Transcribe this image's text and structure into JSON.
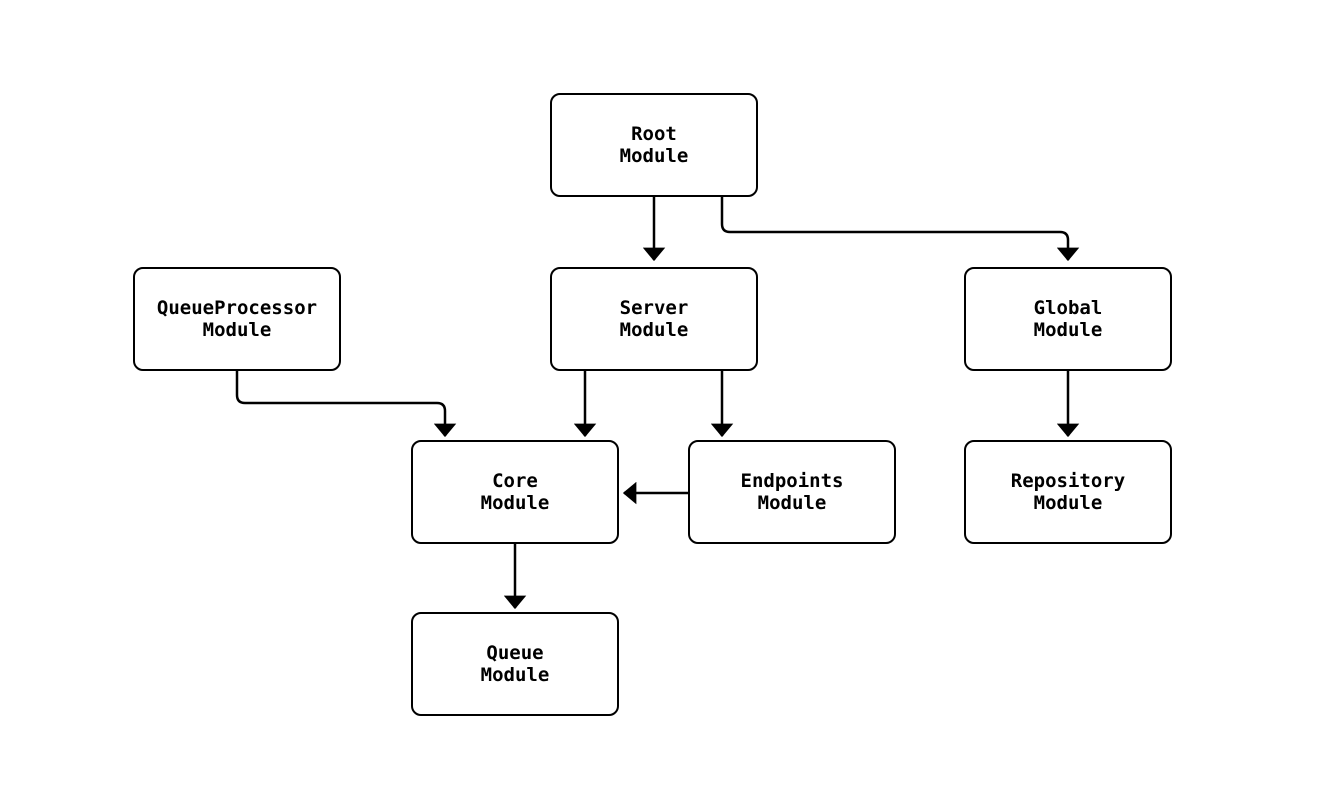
{
  "diagram": {
    "type": "module-dependency-graph",
    "colors": {
      "background": "#ffffff",
      "node_fill": "#ffffff",
      "node_border": "#000000",
      "edge": "#000000",
      "text": "#000000"
    },
    "nodes": [
      {
        "id": "root",
        "label": "Root\nModule"
      },
      {
        "id": "queueprocessor",
        "label": "QueueProcessor\nModule"
      },
      {
        "id": "server",
        "label": "Server\nModule"
      },
      {
        "id": "global",
        "label": "Global\nModule"
      },
      {
        "id": "core",
        "label": "Core\nModule"
      },
      {
        "id": "endpoints",
        "label": "Endpoints\nModule"
      },
      {
        "id": "repository",
        "label": "Repository\nModule"
      },
      {
        "id": "queue",
        "label": "Queue\nModule"
      }
    ],
    "edges": [
      {
        "from": "root",
        "to": "server"
      },
      {
        "from": "root",
        "to": "global"
      },
      {
        "from": "queueprocessor",
        "to": "core"
      },
      {
        "from": "server",
        "to": "core"
      },
      {
        "from": "server",
        "to": "endpoints"
      },
      {
        "from": "endpoints",
        "to": "core"
      },
      {
        "from": "global",
        "to": "repository"
      },
      {
        "from": "core",
        "to": "queue"
      }
    ]
  }
}
